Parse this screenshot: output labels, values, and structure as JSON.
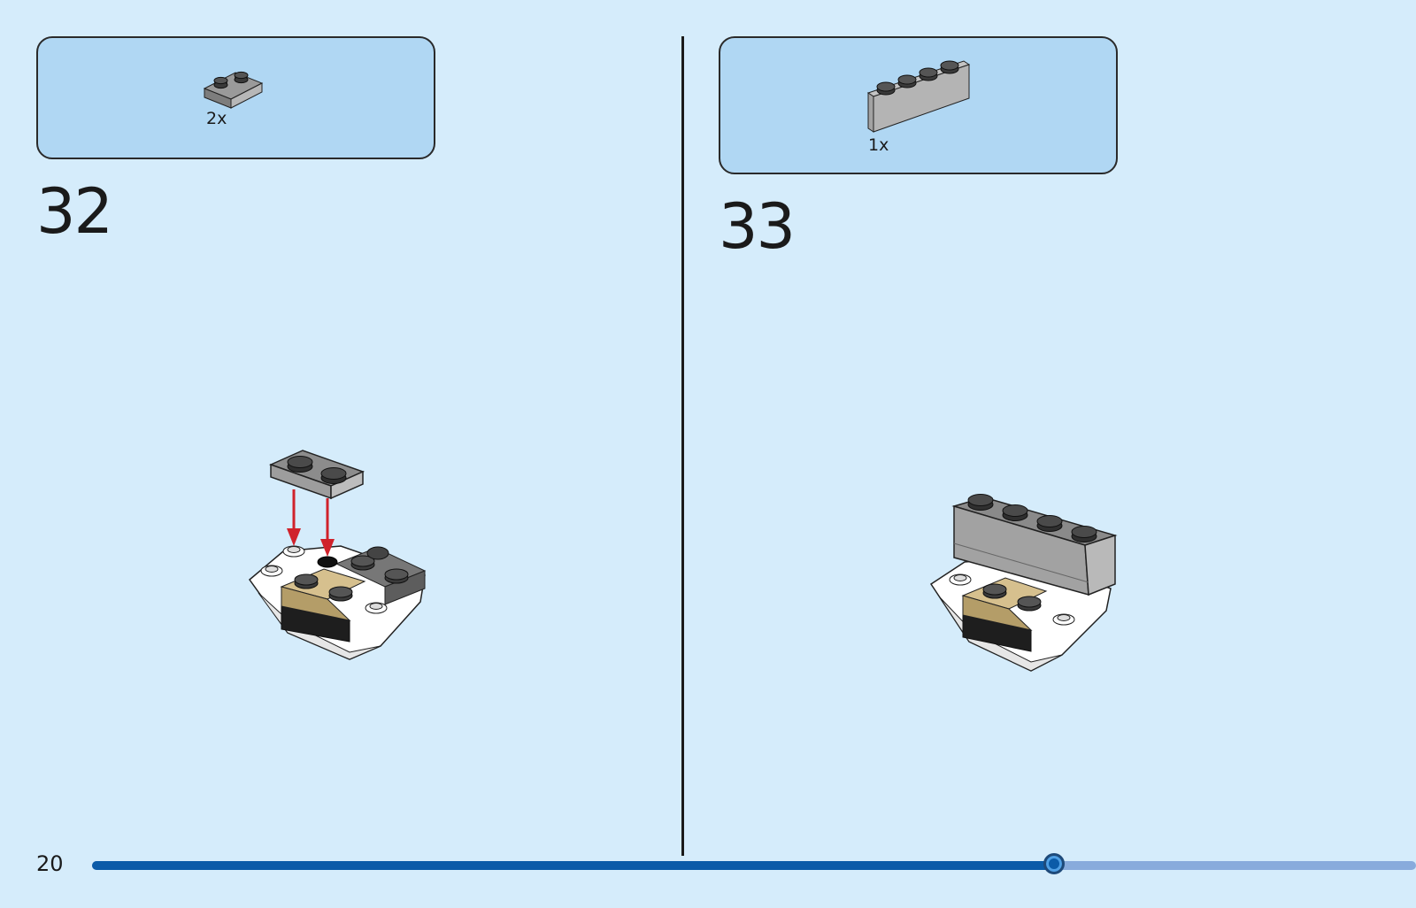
{
  "page": {
    "number": "20",
    "progress_fraction": 0.7267
  },
  "steps": [
    {
      "number": "32",
      "parts": [
        {
          "quantity_label": "2x",
          "part": "dark-gray-plate-1x2"
        }
      ]
    },
    {
      "number": "33",
      "parts": [
        {
          "quantity_label": "1x",
          "part": "gray-brick-1x4"
        }
      ]
    }
  ],
  "colors": {
    "page_background": "#d5ecfb",
    "parts_box": "#b0d7f3",
    "progress_done": "#0b5ba8",
    "progress_remaining": "#88abdc",
    "arrow": "#d0222b"
  }
}
